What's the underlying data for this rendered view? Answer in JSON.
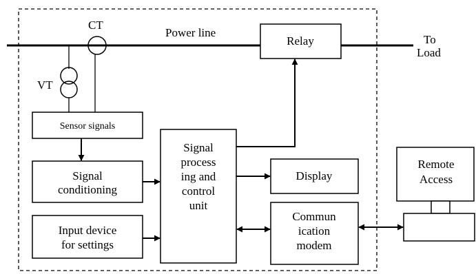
{
  "labels": {
    "ct": "CT",
    "vt": "VT",
    "power_line": "Power line",
    "relay": "Relay",
    "to_load_line1": "To",
    "to_load_line2": "Load",
    "sensor_signals": "Sensor signals",
    "signal_conditioning_line1": "Signal",
    "signal_conditioning_line2": "conditioning",
    "input_device_line1": "Input device",
    "input_device_line2": "for settings",
    "processing_line1": "Signal",
    "processing_line2": "process",
    "processing_line3": "ing and",
    "processing_line4": "control",
    "processing_line5": "unit",
    "display": "Display",
    "comm_line1": "Commun",
    "comm_line2": "ication",
    "comm_line3": "modem",
    "remote_line1": "Remote",
    "remote_line2": "Access"
  }
}
